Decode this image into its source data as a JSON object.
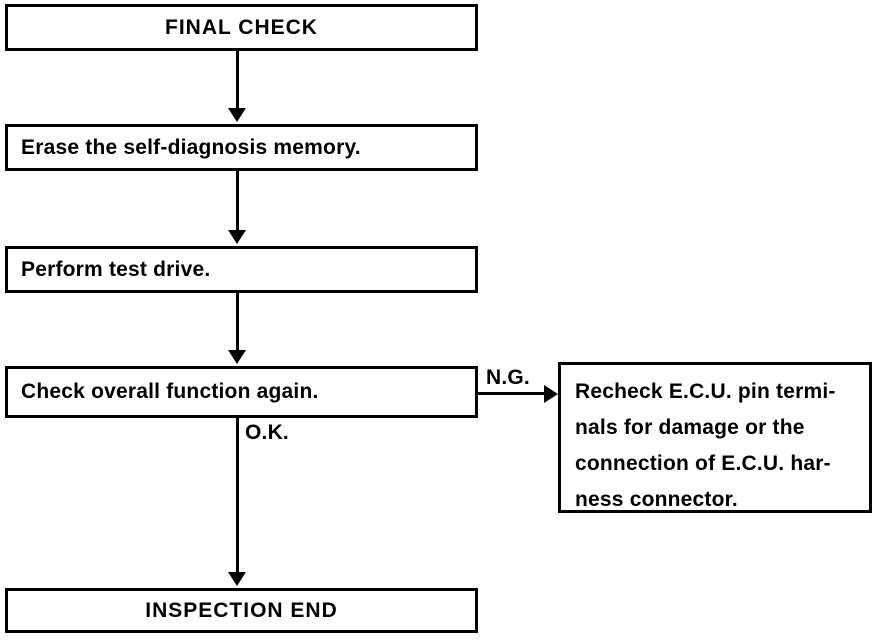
{
  "diagram": {
    "title": "FINAL CHECK",
    "type": "flowchart",
    "nodes": {
      "final_check": "FINAL CHECK",
      "erase_memory": "Erase the self-diagnosis memory.",
      "test_drive": "Perform test drive.",
      "check_function": "Check overall function again.",
      "inspection_end": "INSPECTION END",
      "recheck_ecu": {
        "line1": "Recheck E.C.U. pin termi-",
        "line2": "nals for damage or the",
        "line3": "connection of E.C.U. har-",
        "line4": "ness connector."
      }
    },
    "edge_labels": {
      "ng": "N.G.",
      "ok": "O.K."
    },
    "colors": {
      "stroke": "#000000",
      "fill": "#ffffff",
      "text": "#000000"
    }
  }
}
